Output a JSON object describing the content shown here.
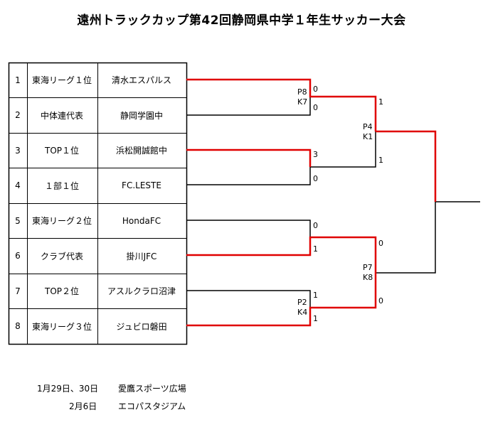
{
  "title": "遠州トラックカップ第42回静岡県中学１年生サッカー大会",
  "colors": {
    "winner_line": "#e00000",
    "line": "#000000"
  },
  "rows": [
    {
      "no": "1",
      "category": "東海リーグ１位",
      "team": "清水エスパルス"
    },
    {
      "no": "2",
      "category": "中体連代表",
      "team": "静岡学園中"
    },
    {
      "no": "3",
      "category": "TOP１位",
      "team": "浜松開誠館中"
    },
    {
      "no": "4",
      "category": "１部１位",
      "team": "FC.LESTE"
    },
    {
      "no": "5",
      "category": "東海リーグ２位",
      "team": "HondaFC"
    },
    {
      "no": "6",
      "category": "クラブ代表",
      "team": "掛川JFC"
    },
    {
      "no": "7",
      "category": "TOP２位",
      "team": "アスルクラロ沼津"
    },
    {
      "no": "8",
      "category": "東海リーグ３位",
      "team": "ジュビロ磐田"
    }
  ],
  "matches": [
    {
      "pitch": "P8",
      "kickoff": "K7",
      "score_top": "0",
      "score_bottom": "0"
    },
    {
      "pitch": "",
      "kickoff": "",
      "score_top": "3",
      "score_bottom": "0"
    },
    {
      "pitch": "",
      "kickoff": "",
      "score_top": "0",
      "score_bottom": "1"
    },
    {
      "pitch": "P2",
      "kickoff": "K4",
      "score_top": "1",
      "score_bottom": "1"
    },
    {
      "pitch": "P4",
      "kickoff": "K1",
      "score_top": "1",
      "score_bottom": "1"
    },
    {
      "pitch": "P7",
      "kickoff": "K8",
      "score_top": "0",
      "score_bottom": "0"
    }
  ],
  "schedule": [
    {
      "date": "1月29日、30日",
      "venue": "愛鷹スポーツ広場"
    },
    {
      "date": "2月6日",
      "venue": "エコパスタジアム"
    }
  ]
}
